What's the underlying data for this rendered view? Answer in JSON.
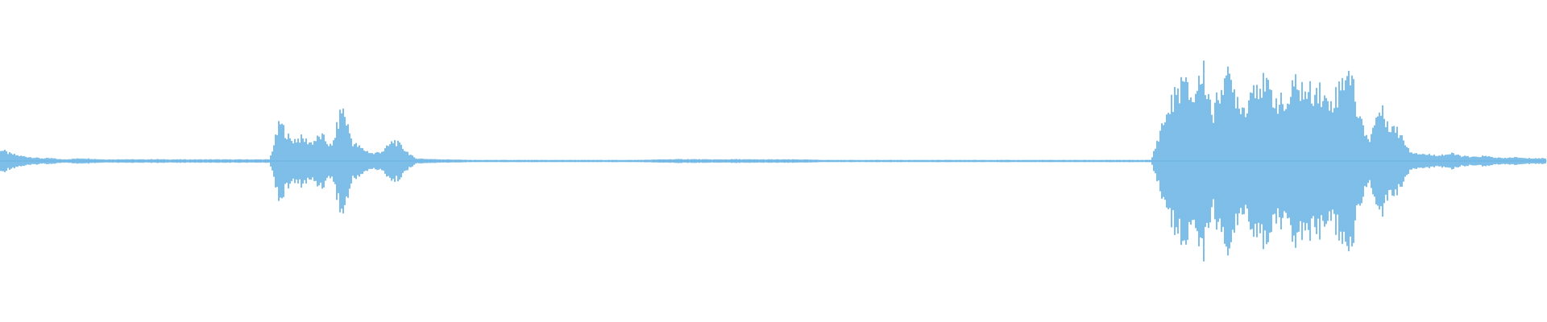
{
  "waveform": {
    "color": "#5DADE2",
    "background": "#FFFFFF",
    "peaks": [
      0.1,
      0.06,
      0.04,
      0.03,
      0.02,
      0.02,
      0.01,
      0.015,
      0.02,
      0.015,
      0.01,
      0.01,
      0.012,
      0.01,
      0.01,
      0.012,
      0.01,
      0.01,
      0.01,
      0.01,
      0.01,
      0.01,
      0.01,
      0.01,
      0.01,
      0.01,
      0.01,
      0.34,
      0.18,
      0.2,
      0.16,
      0.22,
      0.12,
      0.48,
      0.16,
      0.1,
      0.06,
      0.09,
      0.18,
      0.1,
      0.02,
      0.015,
      0.012,
      0.01,
      0.008,
      0.006,
      0.005,
      0.005,
      0.005,
      0.005,
      0.005,
      0.005,
      0.005,
      0.005,
      0.005,
      0.005,
      0.005,
      0.005,
      0.005,
      0.005,
      0.005,
      0.005,
      0.006,
      0.008,
      0.01,
      0.012,
      0.012,
      0.012,
      0.01,
      0.01,
      0.01,
      0.012,
      0.01,
      0.01,
      0.01,
      0.01,
      0.01,
      0.01,
      0.008,
      0.006,
      0.005,
      0.005,
      0.005,
      0.005,
      0.005,
      0.005,
      0.005,
      0.005,
      0.005,
      0.005,
      0.005,
      0.005,
      0.005,
      0.005,
      0.005,
      0.005,
      0.005,
      0.005,
      0.005,
      0.005,
      0.005,
      0.005,
      0.005,
      0.005,
      0.005,
      0.005,
      0.005,
      0.005,
      0.005,
      0.005,
      0.005,
      0.005,
      0.3,
      0.52,
      0.7,
      0.55,
      0.8,
      0.4,
      0.78,
      0.62,
      0.45,
      0.72,
      0.65,
      0.55,
      0.48,
      0.7,
      0.58,
      0.66,
      0.5,
      0.6,
      0.86,
      0.4,
      0.18,
      0.46,
      0.32,
      0.24,
      0.08,
      0.06,
      0.05,
      0.05,
      0.06,
      0.04,
      0.03,
      0.04,
      0.03,
      0.02,
      0.03,
      0.02,
      0.02,
      0.02
    ]
  }
}
